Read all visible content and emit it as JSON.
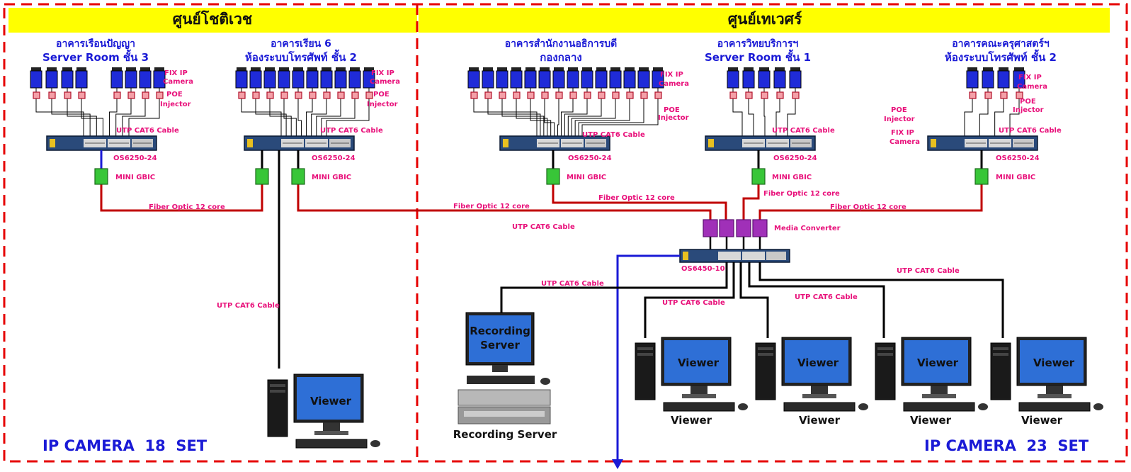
{
  "headers": {
    "left": "ศูนย์โชติเวช",
    "right": "ศูนย์เทเวศร์"
  },
  "buildings": [
    {
      "line1": "อาคารเรือนปัญญา",
      "line2": "Server Room ชั้น 3"
    },
    {
      "line1": "อาคารเรียน 6",
      "line2": "ห้องระบบโทรศัพท์ ชั้น 2"
    },
    {
      "line1": "อาคารสำนักงานอธิการบดี",
      "line2": "กองกลาง"
    },
    {
      "line1": "อาคารวิทยบริการฯ",
      "line2": "Server Room ชั้น 1"
    },
    {
      "line1": "อาคารคณะครุศาสตร์ฯ",
      "line2": "ห้องระบบโทรศัพท์ ชั้น 2"
    }
  ],
  "labels": {
    "fix_ip_1": "FIX IP",
    "fix_ip_2": "Camera",
    "poe_1": "POE",
    "poe_2": "Injector",
    "utp": "UTP CAT6 Cable",
    "switch_access": "OS6250-24",
    "switch_core": "OS6450-10",
    "mini_gbic": "MINI GBIC",
    "fiber": "Fiber Optic 12 core",
    "media_converter": "Media Converter",
    "viewer": "Viewer",
    "recording_server": "Recording Server",
    "recording_1": "Recording",
    "recording_2": "Server"
  },
  "totals": {
    "left": "IP CAMERA  18  SET",
    "right": "IP CAMERA  23  SET"
  },
  "colors": {
    "header_bg": "#ffff00",
    "boundary": "#e60000",
    "fiber": "#c00000",
    "uplink": "#1a1ad6",
    "label": "#e8107a",
    "title": "#1a1ad6"
  }
}
